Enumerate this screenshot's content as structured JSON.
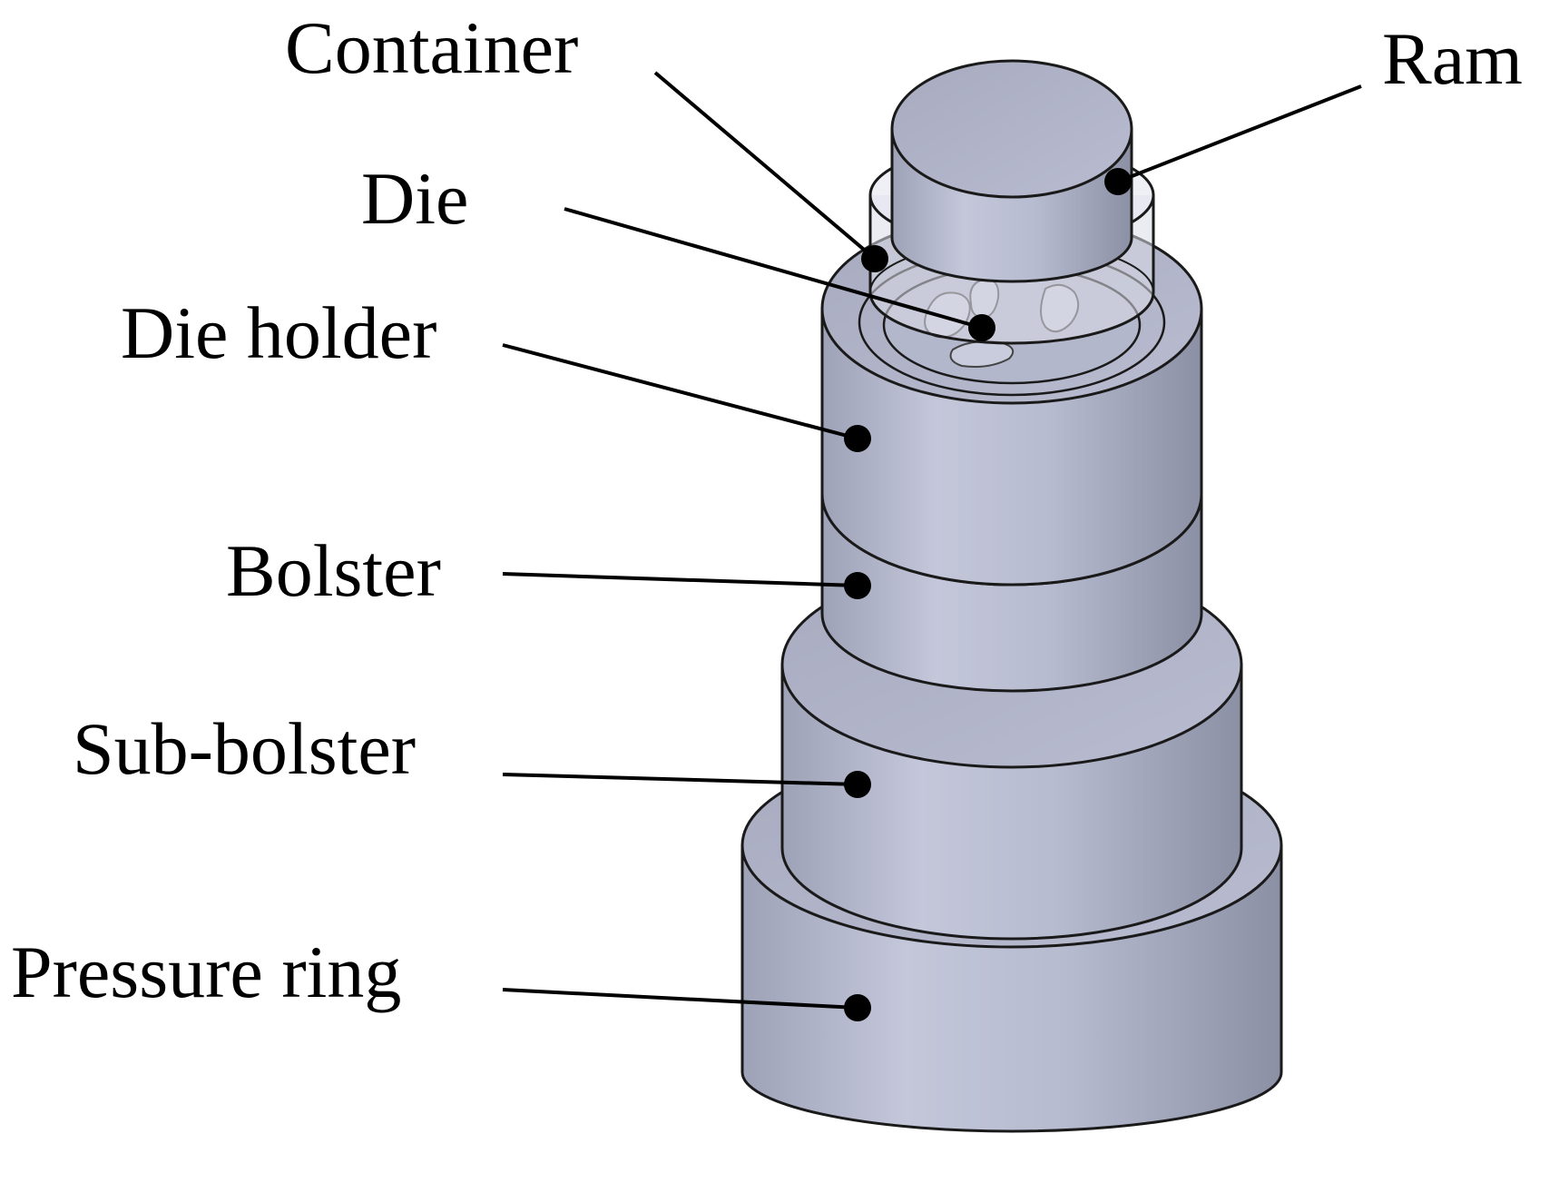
{
  "figure": {
    "colors": {
      "body_light": "#c4c7da",
      "body_dark": "#9094a8",
      "edge": "#1a1a1a",
      "background": "#ffffff"
    },
    "labels": {
      "container": "Container",
      "ram": "Ram",
      "die": "Die",
      "die_holder": "Die holder",
      "bolster": "Bolster",
      "sub_bolster": "Sub-bolster",
      "pressure_ring": "Pressure ring"
    }
  }
}
